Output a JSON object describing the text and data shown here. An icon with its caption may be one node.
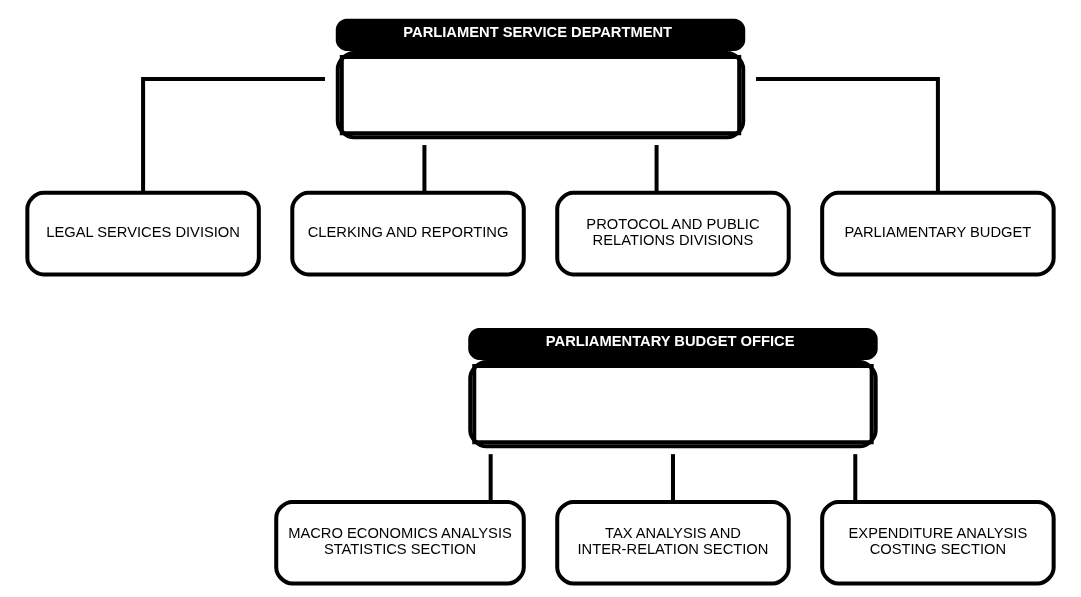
{
  "diagram": {
    "nodes": [
      {
        "text": [
          "PARLIAMENT SERVICE DEPARTMENT"
        ]
      },
      {
        "text": [
          "LEGAL SERVICES DIVISION"
        ]
      },
      {
        "text": [
          "CLERKING AND REPORTING"
        ]
      },
      {
        "text": [
          "PROTOCOL AND PUBLIC RELATIONS DIVISIONS"
        ]
      },
      {
        "text": [
          "PARLIAMENTARY BUDGET"
        ]
      },
      {
        "text": [
          "PARLIAMENTARY BUDGET OFFICE"
        ]
      },
      {
        "text": [
          "MACRO ECONOMICS ANALYSIS STATISTICS SECTION"
        ]
      },
      {
        "text": [
          "TAX ANALYSIS AND INTER-RELATION SECTION"
        ]
      },
      {
        "text": [
          "EXPENDITURE ANALYSIS COSTING SECTION"
        ]
      }
    ],
    "edges": [
      {
        "from": 0,
        "to": 1,
        "arrow": "none"
      },
      {
        "from": 0,
        "to": 2,
        "arrow": "none"
      },
      {
        "from": 0,
        "to": 3,
        "arrow": "none"
      },
      {
        "from": 0,
        "to": 4,
        "arrow": "none"
      },
      {
        "from": 5,
        "to": 6,
        "arrow": "none"
      },
      {
        "from": 5,
        "to": 7,
        "arrow": "none"
      },
      {
        "from": 5,
        "to": 8,
        "arrow": "none"
      }
    ]
  }
}
